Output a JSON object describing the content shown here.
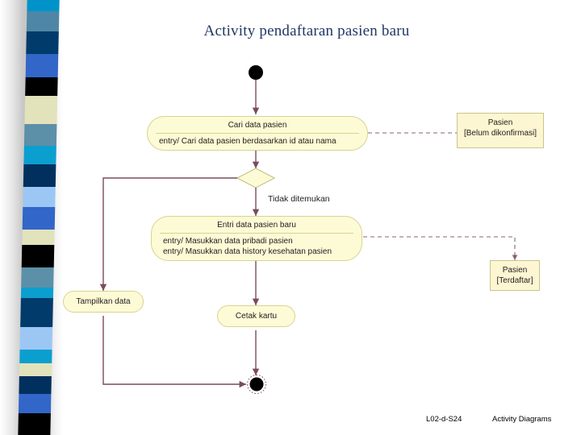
{
  "slide": {
    "title": "Activity pendaftaran pasien baru",
    "title_color": "#1f3864",
    "background": "#ffffff"
  },
  "footer": {
    "left_label": "L02-d-S24",
    "right_label": "Activity Diagrams"
  },
  "sidebar": {
    "name": "decorative-color-strip",
    "blocks": [
      {
        "color": "#0093c9",
        "height": 16
      },
      {
        "color": "#4e87a6",
        "height": 30
      },
      {
        "color": "#013b6b",
        "height": 33
      },
      {
        "color": "#3266c8",
        "height": 35
      },
      {
        "color": "#000000",
        "height": 27
      },
      {
        "color": "#e2e2bb",
        "height": 42
      },
      {
        "color": "#5b90a8",
        "height": 32
      },
      {
        "color": "#0b9fd0",
        "height": 27
      },
      {
        "color": "#01305e",
        "height": 33
      },
      {
        "color": "#9cc7f5",
        "height": 30
      },
      {
        "color": "#3266c8",
        "height": 33
      },
      {
        "color": "#e2e2bb",
        "height": 22
      },
      {
        "color": "#000000",
        "height": 33
      },
      {
        "color": "#5b90a8",
        "height": 30
      },
      {
        "color": "#0b9fd0",
        "height": 16
      },
      {
        "color": "#013b6b",
        "height": 42
      },
      {
        "color": "#9cc7f5",
        "height": 33
      },
      {
        "color": "#0b9fd0",
        "height": 20
      },
      {
        "color": "#e2e2bb",
        "height": 20
      },
      {
        "color": "#01305e",
        "height": 26
      },
      {
        "color": "#3266c8",
        "height": 28
      },
      {
        "color": "#000000",
        "height": 32
      }
    ]
  },
  "diagram": {
    "type": "uml-activity-diagram",
    "node_fill": "#fdfbd6",
    "node_border": "#d8d38f",
    "flow_color": "#7a4b5c",
    "nodes": {
      "start": {
        "label": "start-node",
        "shape": "filled-circle"
      },
      "end": {
        "label": "end-node",
        "shape": "filled-circle-ring"
      },
      "cari_data": {
        "title": "Cari data pasien",
        "lines": [
          "entry/ Cari data pasien berdasarkan id atau nama"
        ]
      },
      "decision": {
        "label": "Tidak ditemukan",
        "shape": "diamond"
      },
      "entri_data": {
        "title": "Entri data pasien baru",
        "lines": [
          "entry/ Masukkan data pribadi pasien",
          "entry/ Masukkan data history kesehatan pasien"
        ]
      },
      "tampilkan_data": {
        "title": "Tampilkan data",
        "lines": []
      },
      "cetak_kartu": {
        "title": "Cetak kartu",
        "lines": []
      },
      "obj_belum": {
        "title": "Pasien",
        "state": "[Belum dikonfirmasi]"
      },
      "obj_terdaftar": {
        "title": "Pasien",
        "state": "[Terdaftar]"
      }
    }
  }
}
